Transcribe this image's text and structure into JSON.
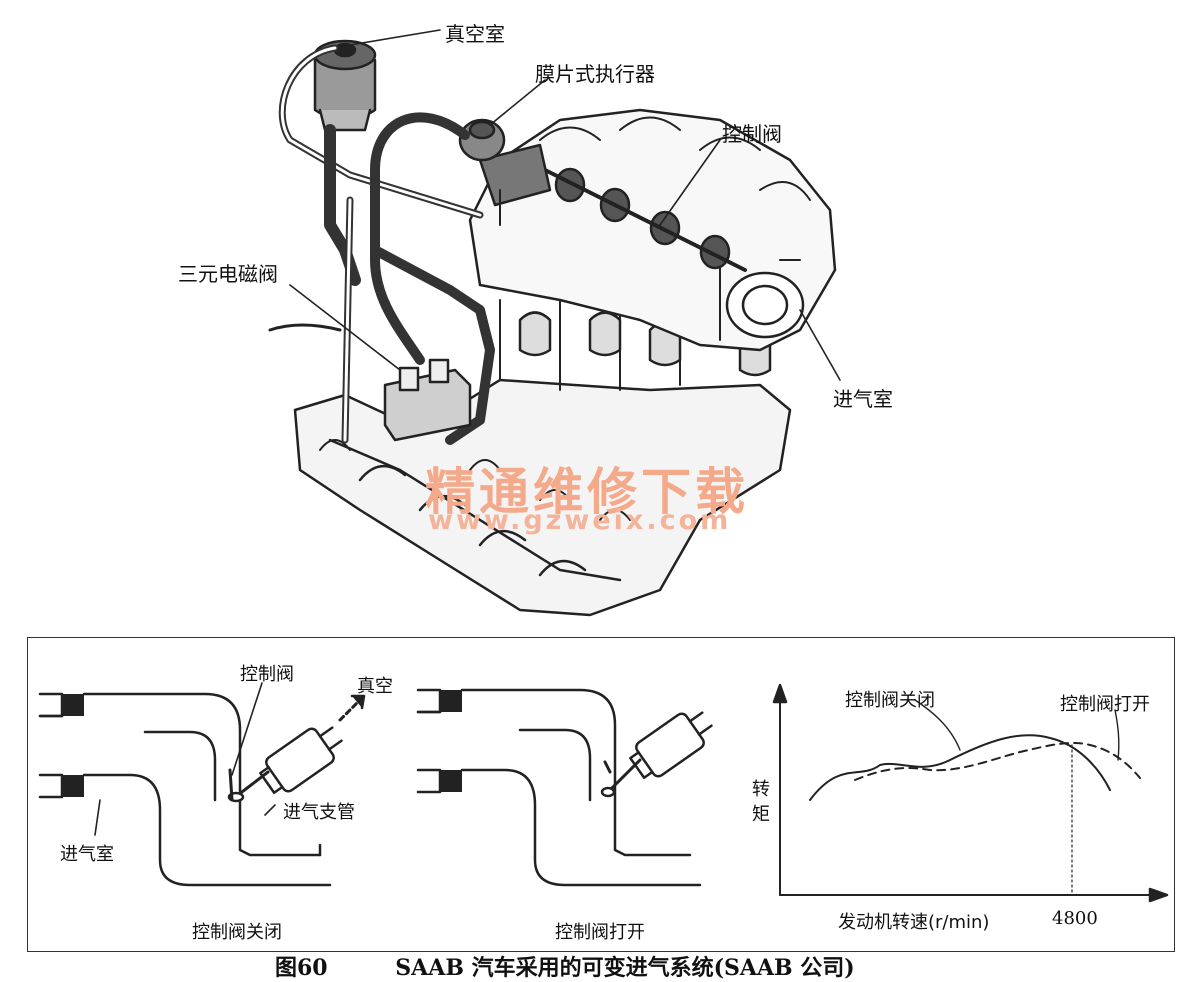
{
  "engine_labels": {
    "vacuum_chamber": "真空室",
    "diaphragm_actuator": "膜片式执行器",
    "control_valve": "控制阀",
    "three_way_solenoid": "三元电磁阀",
    "intake_chamber": "进气室"
  },
  "watermark": {
    "title": "精通维修下载",
    "url": "www.gzweix.com"
  },
  "diagram_closed": {
    "control_valve": "控制阀",
    "vacuum": "真空",
    "intake_manifold": "进气支管",
    "intake_chamber": "进气室",
    "caption": "控制阀关闭"
  },
  "diagram_open": {
    "caption": "控制阀打开"
  },
  "torque_graph": {
    "y_label_1": "转",
    "y_label_2": "矩",
    "x_label": "发动机转速(r/min)",
    "x_marker": "4800",
    "curve_closed": "控制阀关闭",
    "curve_open": "控制阀打开"
  },
  "figure_caption": {
    "number": "图60",
    "title": "SAAB 汽车采用的可变进气系统(SAAB 公司)"
  }
}
